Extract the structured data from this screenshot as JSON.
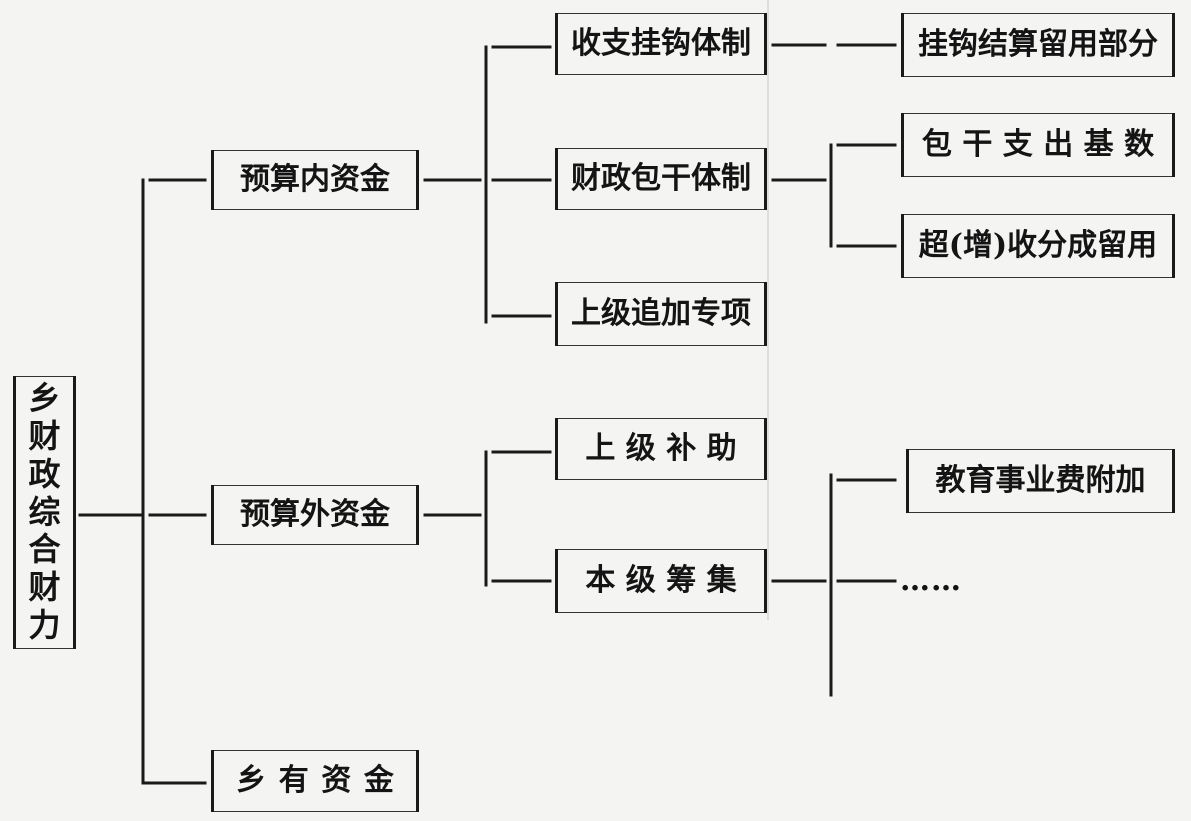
{
  "root": "乡财政综合财力",
  "level1": {
    "budget_inner": "预算内资金",
    "budget_outer": "预算外资金",
    "township_owned": "乡有资金"
  },
  "level2": {
    "revenue_expenditure_linked": "收支挂钩体制",
    "fiscal_contract": "财政包干体制",
    "higher_special_addition": "上级追加专项",
    "higher_subsidy": "上 级 补 助",
    "local_raising": "本 级 筹 集"
  },
  "level3": {
    "linked_settlement_retained": "挂钩结算留用部分",
    "contract_expenditure_base": "包 干 支 出 基 数",
    "excess_revenue_share_retained": "超(增)收分成留用",
    "education_surcharge": "教育事业费附加",
    "ellipsis": "……"
  }
}
